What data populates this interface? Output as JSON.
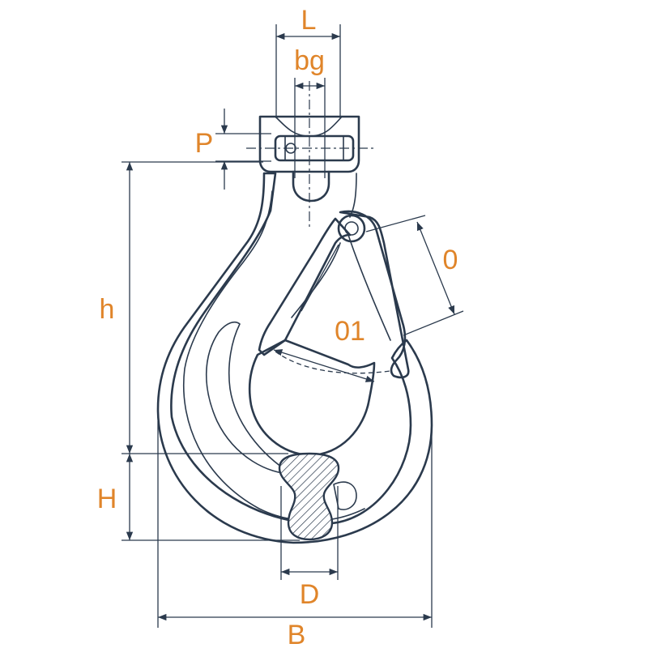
{
  "colors": {
    "label": "#e0852a",
    "outline": "#2b3a4d",
    "background": "#ffffff"
  },
  "labels": {
    "L": "L",
    "bg": "bg",
    "P": "P",
    "O": "0",
    "O1": "01",
    "h": "h",
    "H": "H",
    "D": "D",
    "B": "B"
  }
}
